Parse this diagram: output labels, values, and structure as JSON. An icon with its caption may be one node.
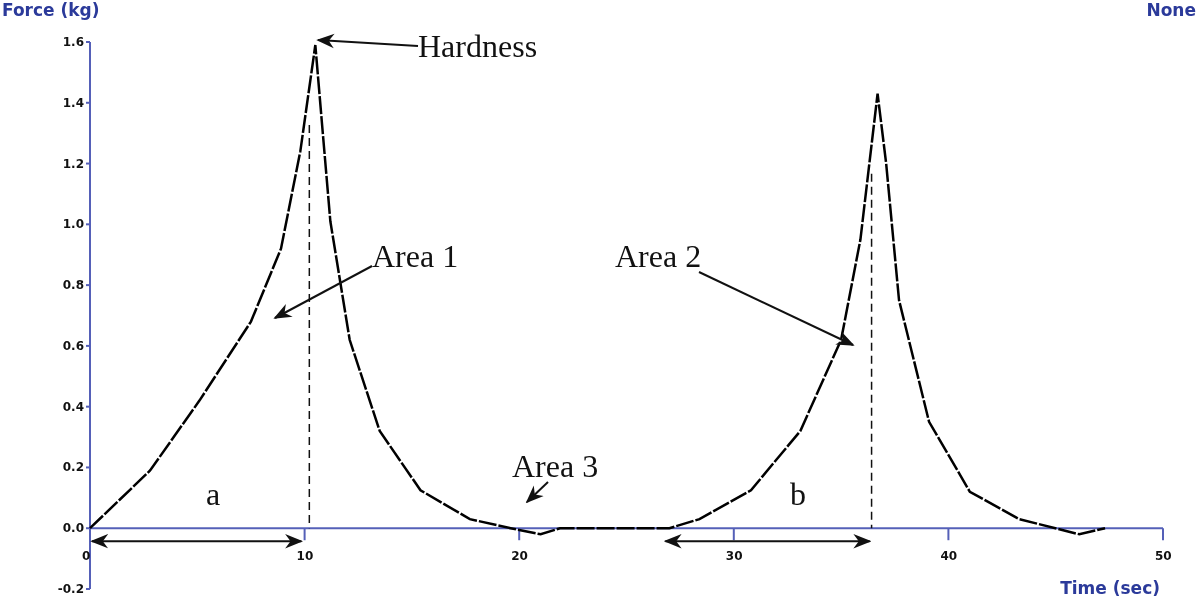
{
  "diagram": {
    "nodes": [
      {
        "text": [
          "Hardness"
        ]
      },
      {
        "text": [
          "Area 1"
        ]
      },
      {
        "text": [
          "Area 2"
        ]
      },
      {
        "text": [
          "Area 3"
        ]
      }
    ],
    "edges": [
      {
        "from": 0,
        "to": null,
        "arrow": "to"
      },
      {
        "from": 1,
        "to": null,
        "arrow": "to"
      },
      {
        "from": 2,
        "to": null,
        "arrow": "to"
      },
      {
        "from": 3,
        "to": null,
        "arrow": "to"
      }
    ],
    "labels": [
      "a",
      "b",
      "None"
    ],
    "chart_data": {
      "type": "line",
      "xlabel": "Time (sec)",
      "ylabel": "Force (kg)",
      "x": [
        0,
        2.8,
        5.1,
        7.5,
        8.9,
        9.8,
        10.5,
        10.8,
        11.2,
        12.1,
        13.5,
        15.4,
        17.7,
        19.6,
        21,
        21.9,
        27,
        28.4,
        30.8,
        33.1,
        35,
        35.9,
        36.7,
        37.1,
        37.7,
        39.1,
        41,
        43.3,
        46.1,
        47.3
      ],
      "series": [
        {
          "color": "#000000",
          "line_style": "dashed",
          "values": [
            0,
            0.19,
            0.42,
            0.68,
            0.92,
            1.24,
            1.59,
            1.34,
            1.01,
            0.62,
            0.32,
            0.125,
            0.03,
            0,
            -0.02,
            0,
            0,
            0.03,
            0.125,
            0.32,
            0.62,
            0.95,
            1.43,
            1.2,
            0.75,
            0.35,
            0.12,
            0.03,
            -0.02,
            0
          ]
        }
      ],
      "xlim": [
        0,
        50
      ],
      "ylim": [
        -0.2,
        1.6
      ],
      "xticks": [
        0,
        10,
        20,
        30,
        40,
        50
      ],
      "yticks": [
        -0.2,
        {
          "value": 0,
          "label": "0.0"
        },
        0.2,
        0.4,
        0.6,
        0.8,
        {
          "value": 1,
          "label": "1.0"
        },
        1.2,
        1.4,
        1.6
      ]
    }
  }
}
